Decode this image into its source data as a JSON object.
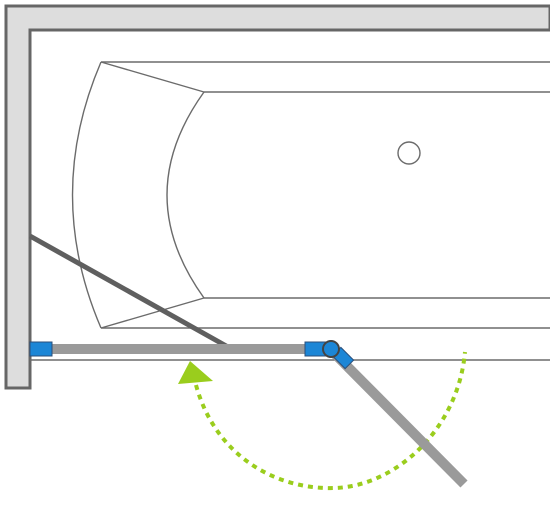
{
  "diagram": {
    "type": "bathtub screen swing plan view",
    "colors": {
      "wall_fill": "#dddddd",
      "wall_stroke": "#666666",
      "tub_line": "#6b6b6b",
      "panel": "#9a9a9a",
      "panel_dark": "#5f5f5f",
      "fitting": "#1c86d6",
      "swing_arrow": "#9acd1d"
    },
    "elements": [
      "wall",
      "bathtub-outline",
      "drain",
      "fixed-panel",
      "folding-panel",
      "wall-profile-fitting",
      "hinge-fitting",
      "swing-arc"
    ]
  }
}
